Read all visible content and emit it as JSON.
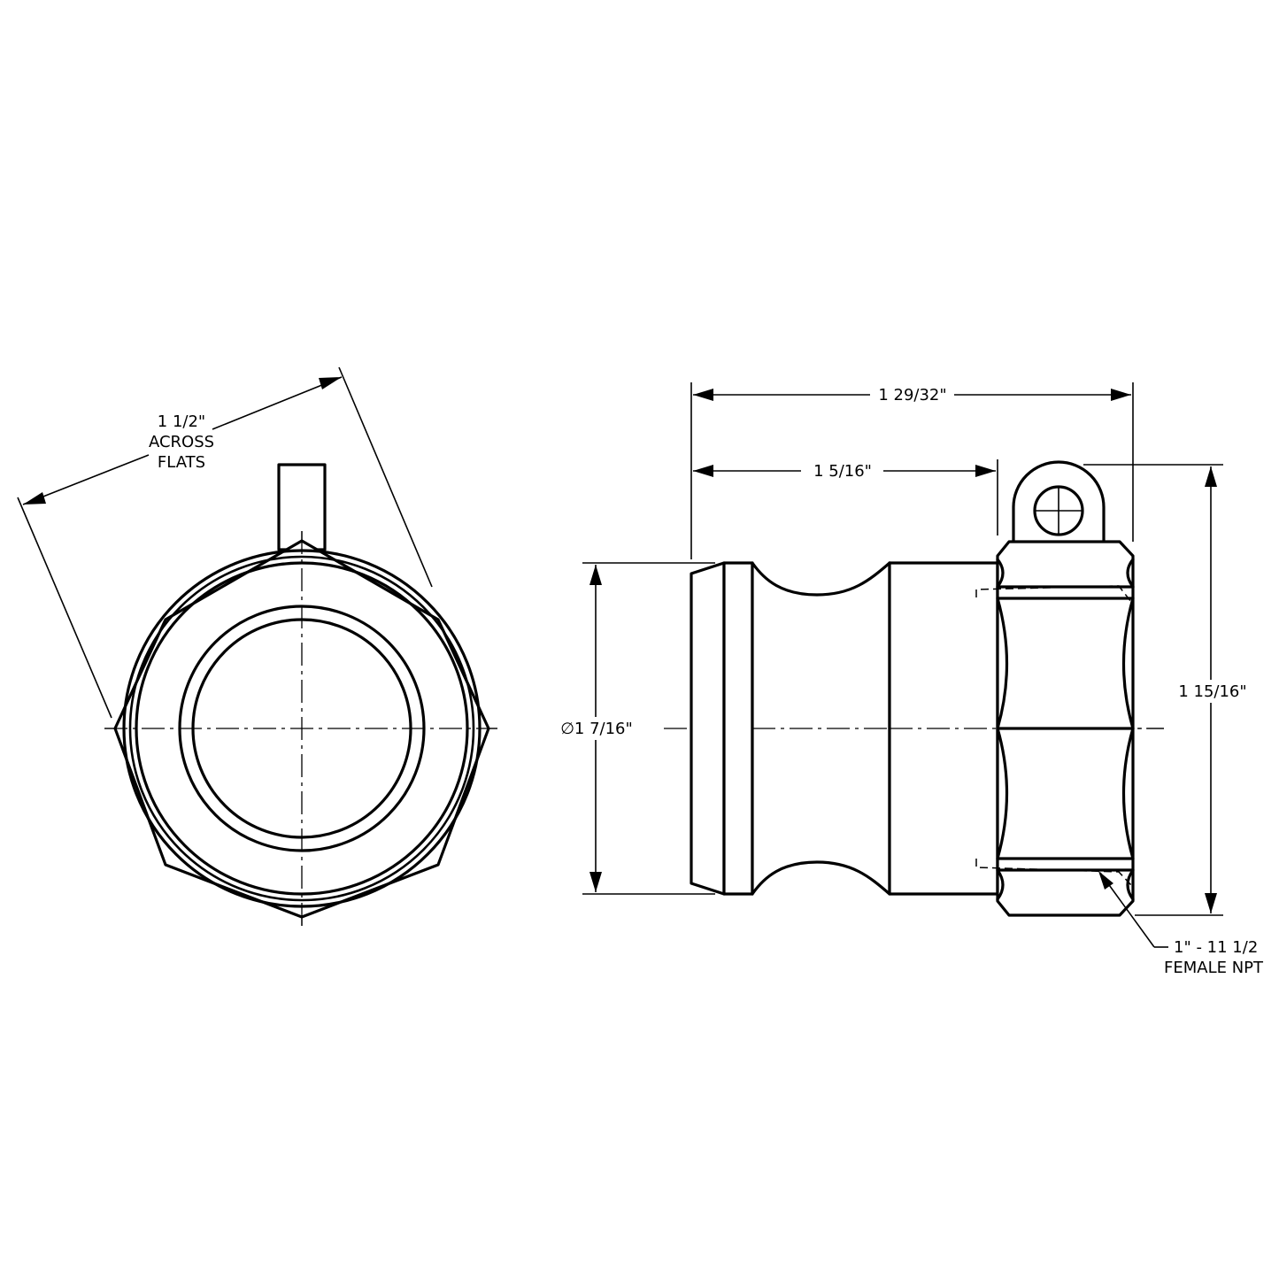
{
  "end_view": {
    "dim_across_flats": {
      "value": "1 1/2\"",
      "line2": "ACROSS",
      "line3": "FLATS"
    }
  },
  "side_view": {
    "dim_overall_length": "1 29/32\"",
    "dim_shank_length": "1 5/16\"",
    "dim_groove_diameter": "∅1 7/16\"",
    "dim_overall_height": "1 15/16\"",
    "thread_callout": {
      "line1": "1\" - 11 1/2",
      "line2": "FEMALE NPT"
    }
  }
}
